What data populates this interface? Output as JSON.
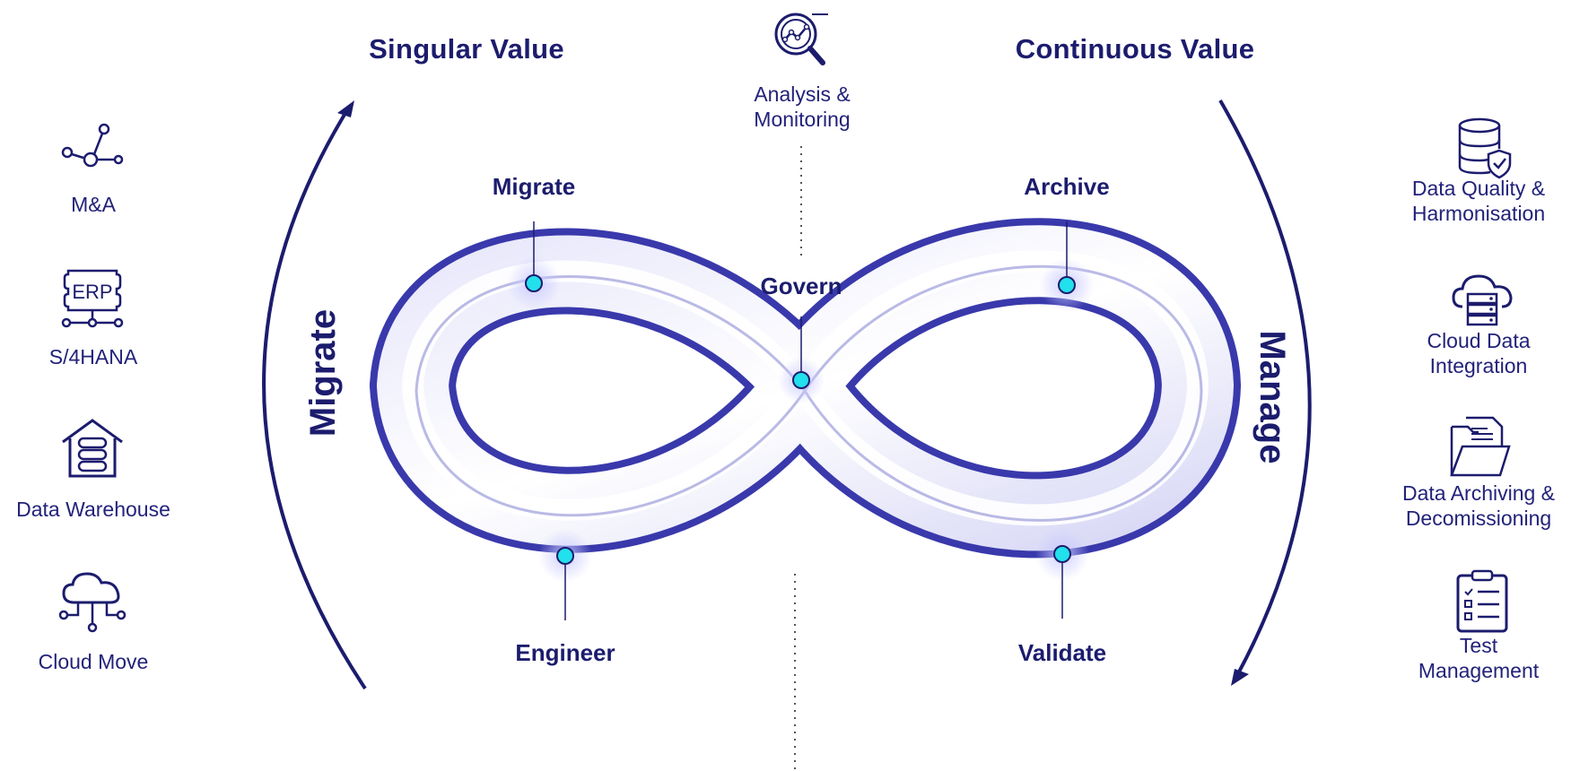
{
  "colors": {
    "navy": "#1c1c6e",
    "loop": "#2e2ea8",
    "dot": "#22e0ec",
    "text": "#22227a"
  },
  "headers": {
    "left": "Singular Value",
    "right": "Continuous Value"
  },
  "side_labels": {
    "left": "Migrate",
    "right": "Manage"
  },
  "top_center": {
    "icon": "analysis-search-icon",
    "label": "Analysis &\nMonitoring"
  },
  "nodes": {
    "migrate": "Migrate",
    "archive": "Archive",
    "govern": "Govern",
    "engineer": "Engineer",
    "validate": "Validate"
  },
  "left_services": [
    {
      "icon": "network-nodes-icon",
      "label": "M&A"
    },
    {
      "icon": "erp-icon",
      "label": "S/4HANA"
    },
    {
      "icon": "warehouse-icon",
      "label": "Data Warehouse"
    },
    {
      "icon": "cloud-network-icon",
      "label": "Cloud Move"
    }
  ],
  "right_services": [
    {
      "icon": "database-shield-icon",
      "label": "Data Quality &\nHarmonisation"
    },
    {
      "icon": "cloud-server-icon",
      "label": "Cloud Data\nIntegration"
    },
    {
      "icon": "folder-document-icon",
      "label": "Data Archiving &\nDecomissioning"
    },
    {
      "icon": "clipboard-checklist-icon",
      "label": "Test\nManagement"
    }
  ],
  "erp_icon_text": "ERP"
}
